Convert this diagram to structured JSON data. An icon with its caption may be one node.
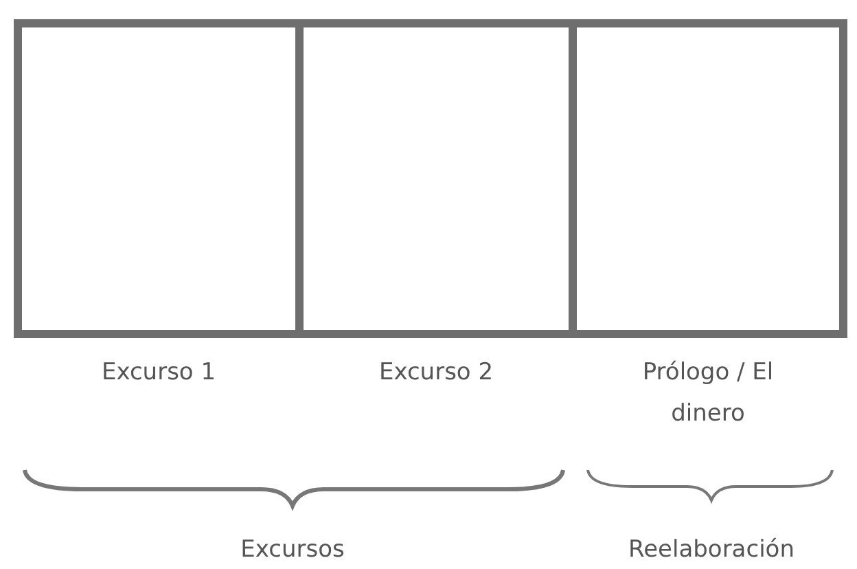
{
  "diagram": {
    "nodes": [
      {
        "text": [
          "Excurso 1"
        ]
      },
      {
        "text": [
          "Excurso 2"
        ]
      },
      {
        "text": [
          "Prólogo / El dinero"
        ]
      }
    ],
    "labels": [
      "Excursos",
      "Reelaboración"
    ]
  }
}
